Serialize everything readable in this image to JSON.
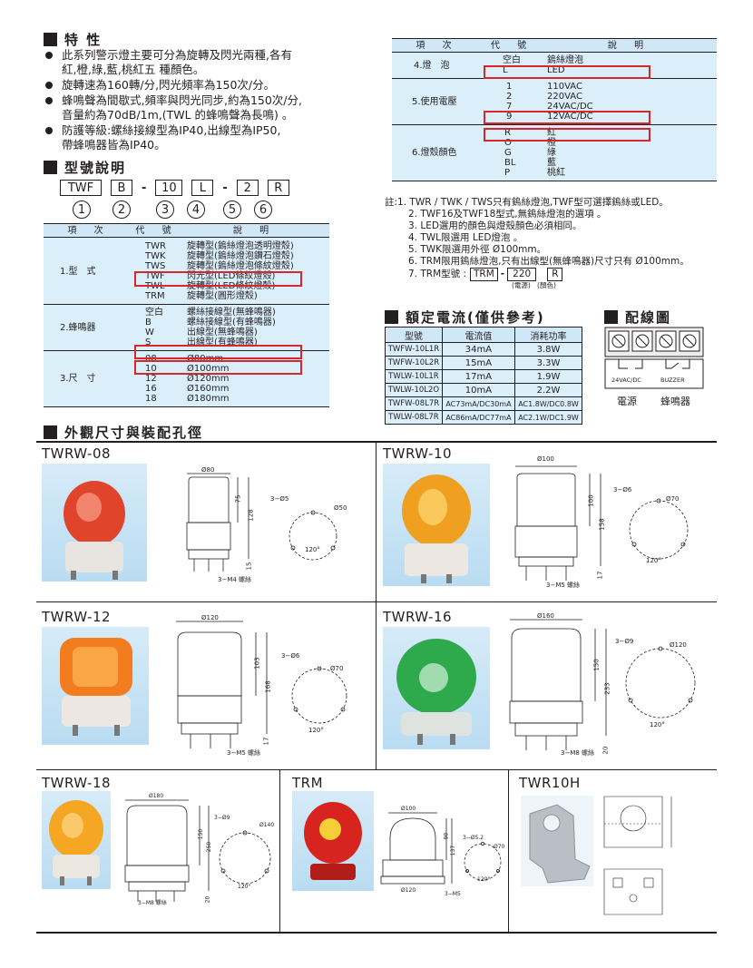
{
  "features": {
    "title": "特 性",
    "items": [
      "此系列警示燈主要可分為旋轉及閃光兩種,各有\n紅,橙,綠,藍,桃紅五 種顏色。",
      "旋轉速為160轉/分,閃光頻率為150次/分。",
      "蜂鳴聲為間歇式,頻率與閃光同步,約為150次/分,\n音量約為70dB/1m,(TWL 的蜂鳴聲為長鳴) 。",
      "防護等級:螺絲接線型為IP40,出線型為IP50,\n帶蜂鳴器皆為IP40。"
    ]
  },
  "model": {
    "title": "型號說明",
    "boxes": [
      "TWF",
      "B",
      "10",
      "L",
      "2",
      "R"
    ],
    "dash": "-",
    "circles": [
      "1",
      "2",
      "3",
      "4",
      "5",
      "6"
    ]
  },
  "spec_left": {
    "headers": [
      "項 次",
      "代 號",
      "說 明"
    ],
    "groups": [
      {
        "label": "1.型　式",
        "codes": [
          "TWR",
          "TWK",
          "TWS",
          "TWF",
          "TWL",
          "TRM"
        ],
        "descs": [
          "旋轉型(鎢絲燈泡透明燈殼)",
          "旋轉型(鎢絲燈泡鑽石燈殼)",
          "旋轉型(鎢絲燈泡條紋燈殼)",
          "閃光型(LED條紋燈殼)",
          "旋轉型(LED條紋燈殼)",
          "旋轉型(圓形燈殼)"
        ]
      },
      {
        "label": "2.蜂鳴器",
        "codes": [
          "空白",
          "B",
          "W",
          "S"
        ],
        "descs": [
          "螺絲接線型(無蜂鳴器)",
          "螺絲接線型(有蜂鳴器)",
          "出線型(無蜂鳴器)",
          "出線型(有蜂鳴器)"
        ]
      },
      {
        "label": "3.尺　寸",
        "codes": [
          "08",
          "10",
          "12",
          "16",
          "18"
        ],
        "descs": [
          "Ø80mm",
          "Ø100mm",
          "Ø120mm",
          "Ø160mm",
          "Ø180mm"
        ]
      }
    ]
  },
  "spec_right": {
    "headers": [
      "項 次",
      "代 號",
      "說 明"
    ],
    "groups": [
      {
        "label": "4.燈　泡",
        "codes": [
          "空白",
          "L"
        ],
        "descs": [
          "鎢絲燈泡",
          "LED"
        ]
      },
      {
        "label": "5.使用電壓",
        "codes": [
          "1",
          "2",
          "7",
          "9"
        ],
        "descs": [
          "110VAC",
          "220VAC",
          "24VAC/DC",
          "12VAC/DC"
        ]
      },
      {
        "label": "6.燈殼顏色",
        "codes": [
          "R",
          "O",
          "G",
          "BL",
          "P"
        ],
        "descs": [
          "紅",
          "橙",
          "綠",
          "藍",
          "桃紅"
        ]
      }
    ]
  },
  "notes": {
    "prefix": "註:",
    "items": [
      "1. TWR / TWK / TWS只有鎢絲燈泡,TWF型可選擇鎢絲或LED。",
      "2. TWF16及TWF18型式,無鎢絲燈泡的選項 。",
      "3. LED選用的顏色與燈殼顏色必須相同。",
      "4. TWL限選用 LED燈泡 。",
      "5. TWK限選用外徑 Ø100mm。",
      "6. TRM限用鎢絲燈泡,只有出線型(無蜂鳴器)尺寸只有 Ø100mm。",
      "7. TRM型號 :"
    ],
    "trm_boxes": [
      "TRM",
      "220",
      "R"
    ],
    "trm_captions": [
      "(電源)",
      "(顏色)"
    ]
  },
  "current": {
    "title": "額定電流(僅供參考)",
    "headers": [
      "型號",
      "電流值",
      "消耗功率"
    ],
    "rows": [
      [
        "TWFW-10L1R",
        "34mA",
        "3.8W"
      ],
      [
        "TWFW-10L2R",
        "15mA",
        "3.3W"
      ],
      [
        "TWLW-10L1R",
        "17mA",
        "1.9W"
      ],
      [
        "TWLW-10L2O",
        "10mA",
        "2.2W"
      ],
      [
        "TWFW-08L7R",
        "AC73mA/DC30mA",
        "AC1.8W/DC0.8W"
      ],
      [
        "TWLW-08L7R",
        "AC86mA/DC77mA",
        "AC2.1W/DC1.9W"
      ]
    ]
  },
  "wiring": {
    "title": "配線圖",
    "labels": [
      "24VAC/DC",
      "BUZZER"
    ],
    "captions": [
      "電源",
      "蜂鳴器"
    ]
  },
  "dimensions": {
    "title": "外觀尺寸與裝配孔徑",
    "models": [
      {
        "name": "TWRW-08",
        "dia": "Ø80",
        "h1": "75",
        "h2": "128",
        "h3": "15",
        "holes": "3−Ø5",
        "pcd": "Ø50",
        "angle": "120°",
        "screw": "3−M4 螺絲",
        "color": "#e0442a"
      },
      {
        "name": "TWRW-10",
        "dia": "Ø100",
        "h1": "100",
        "h2": "158",
        "h3": "17",
        "holes": "3−Ø6",
        "pcd": "Ø70",
        "angle": "120°",
        "screw": "3−M5 螺絲",
        "color": "#f0a020"
      },
      {
        "name": "TWRW-12",
        "dia": "Ø120",
        "h1": "103",
        "h2": "168",
        "h3": "17",
        "holes": "3−Ø6",
        "pcd": "Ø70",
        "angle": "120°",
        "screw": "3−M5 螺絲",
        "color": "#f27c1e"
      },
      {
        "name": "TWRW-16",
        "dia": "Ø160",
        "h1": "150",
        "h2": "233",
        "h3": "20",
        "holes": "3−Ø9",
        "pcd": "Ø120",
        "angle": "120°",
        "screw": "3−M8 螺絲",
        "color": "#2eaa4c"
      },
      {
        "name": "TWRW-18",
        "dia": "Ø180",
        "h1": "150",
        "h2": "250",
        "h3": "20",
        "holes": "3−Ø9",
        "pcd": "Ø140",
        "angle": "120°",
        "screw": "3−M8 螺絲",
        "color": "#f5a623"
      },
      {
        "name": "TRM",
        "dia": "Ø100",
        "h1": "90",
        "h2": "137",
        "h3": "",
        "holes": "3−Ø5.2",
        "pcd": "Ø70",
        "angle": "120°",
        "screw": "3−M5",
        "base": "Ø120",
        "color": "#d8241f"
      },
      {
        "name": "TWR10H"
      }
    ]
  },
  "colors": {
    "table_bg": "#dbeffb",
    "header_bg": "#cfe7f7",
    "highlight": "#d7262c",
    "photo_bg": "#c6e3f5"
  }
}
